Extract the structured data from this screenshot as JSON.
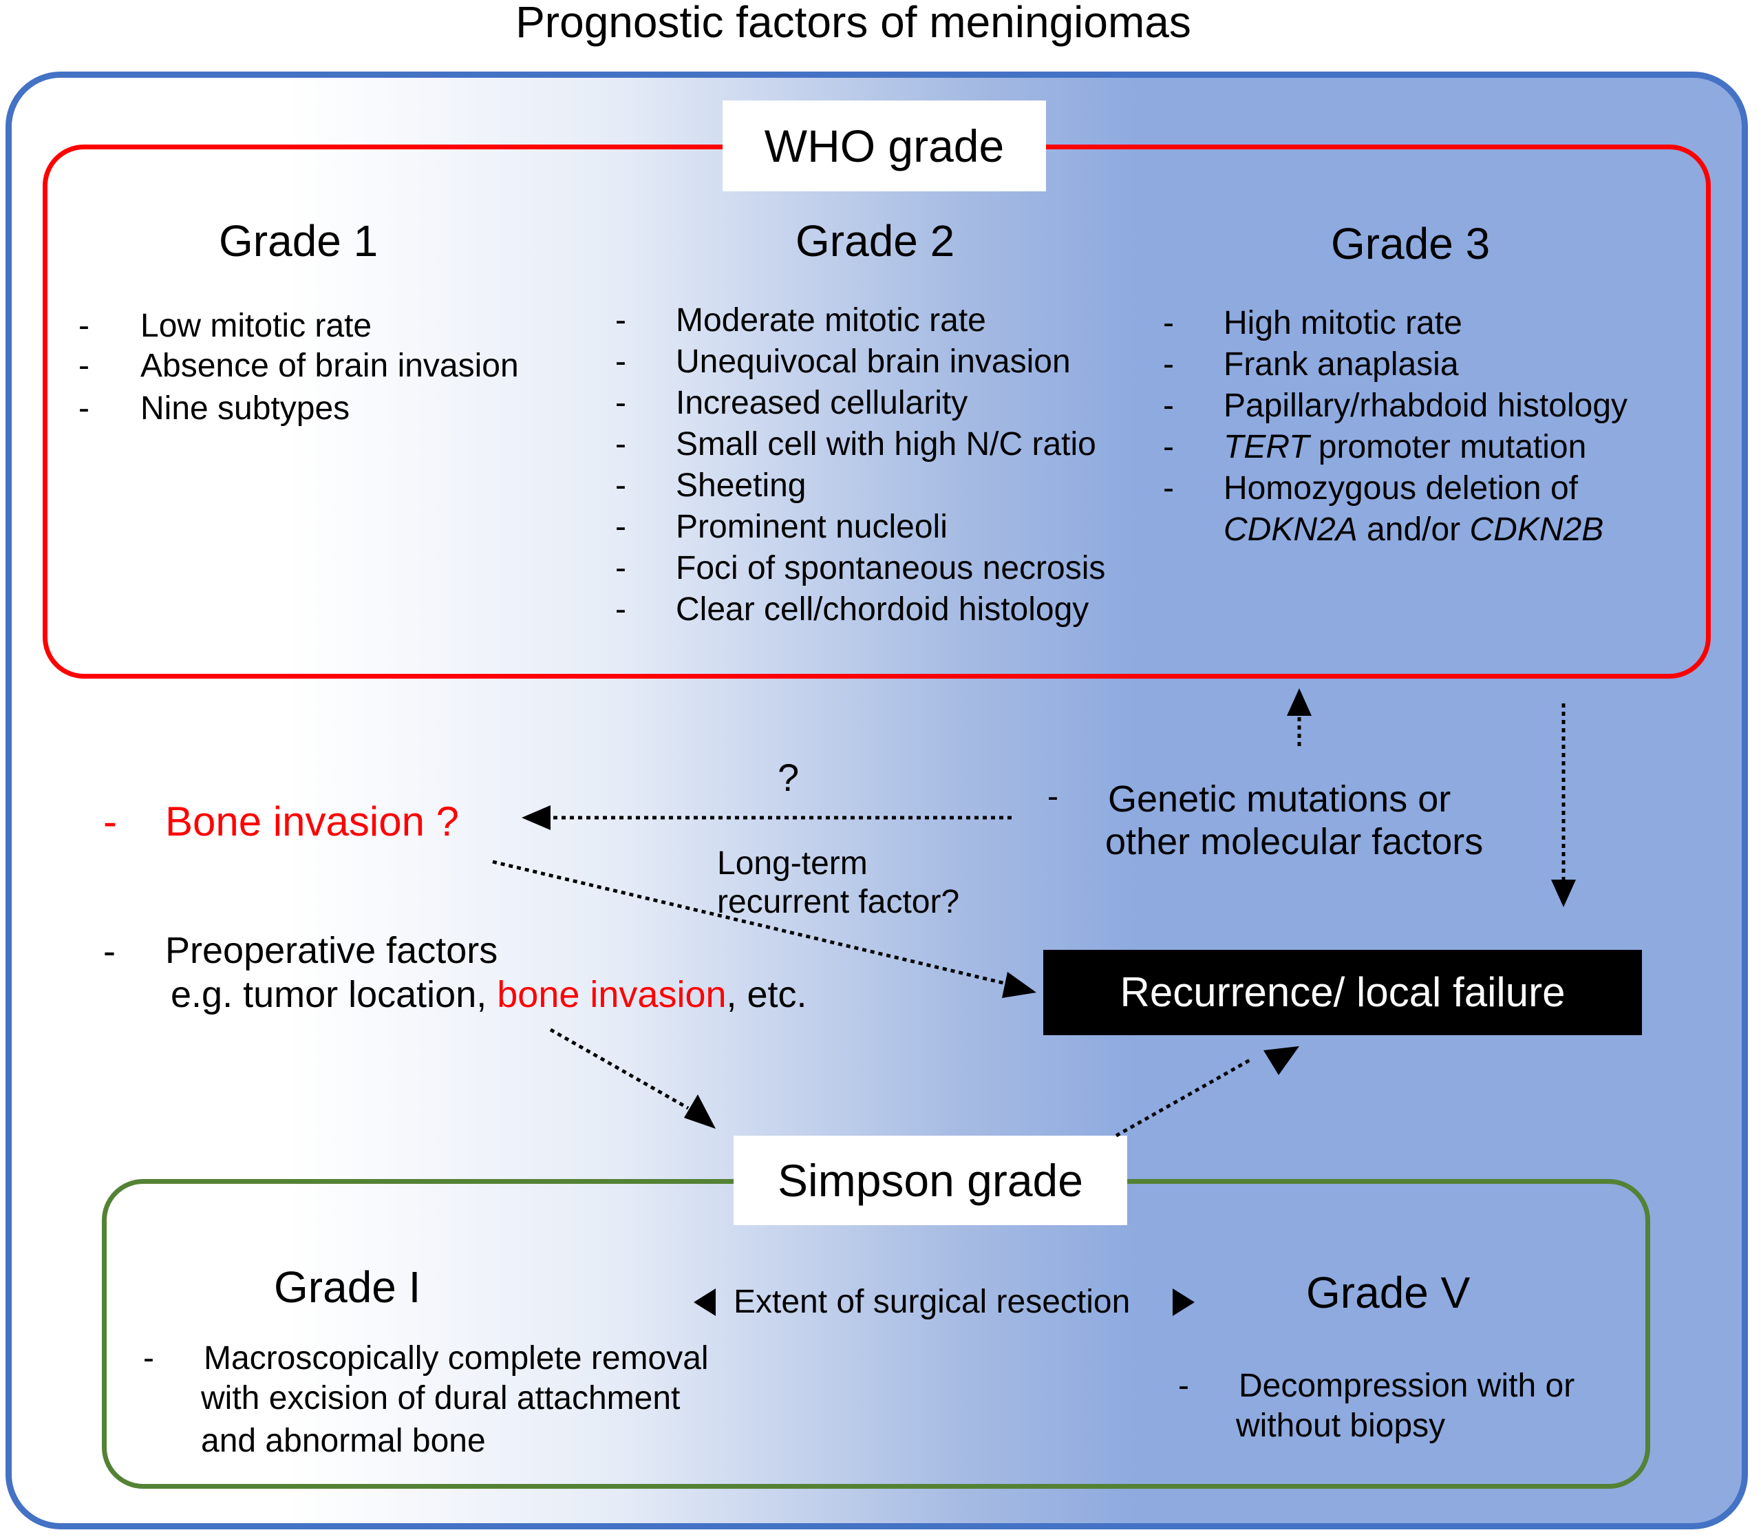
{
  "title": "Prognostic factors of meningiomas",
  "who": {
    "label": "WHO grade",
    "grade1": {
      "title": "Grade 1",
      "items": [
        "Low mitotic rate",
        "Absence of brain invasion",
        "Nine subtypes"
      ]
    },
    "grade2": {
      "title": "Grade 2",
      "items": [
        "Moderate mitotic rate",
        "Unequivocal brain invasion",
        "Increased cellularity",
        "Small cell with high N/C ratio",
        "Sheeting",
        "Prominent nucleoli",
        "Foci of spontaneous necrosis",
        "Clear cell/chordoid histology"
      ]
    },
    "grade3": {
      "title": "Grade 3",
      "items": {
        "i1": "High mitotic rate",
        "i2": "Frank anaplasia",
        "i3": "Papillary/rhabdoid histology",
        "i4_italic": "TERT",
        "i4_rest": " promoter mutation",
        "i5_line1": "Homozygous deletion of",
        "i5_gene1": "CDKN2A",
        "i5_and": " and/or ",
        "i5_gene2": "CDKN2B"
      }
    }
  },
  "factors": {
    "bone_invasion": "Bone invasion ?",
    "question": "?",
    "genetic_line1": "Genetic mutations or",
    "genetic_line2": "other molecular factors",
    "long_term_line1": "Long-term",
    "long_term_line2": "recurrent factor?",
    "preop_line1": "Preoperative factors",
    "preop_eg": "e.g. tumor location, ",
    "preop_bone": "bone invasion",
    "preop_etc": ", etc.",
    "dash": "-"
  },
  "recurrence": "Recurrence/ local failure",
  "simpson": {
    "label": "Simpson grade",
    "grade1_title": "Grade I",
    "grade1_lines": [
      "Macroscopically complete removal",
      "with excision of dural attachment",
      "and abnormal bone"
    ],
    "extent": "Extent of surgical resection",
    "grade5_title": "Grade V",
    "grade5_lines": [
      "Decompression with or",
      "without biopsy"
    ]
  },
  "colors": {
    "outer_border": "#4472c4",
    "who_border": "#ff0000",
    "simpson_border": "#548235",
    "highlight": "#ff0000",
    "recurrence_bg": "#000000"
  }
}
